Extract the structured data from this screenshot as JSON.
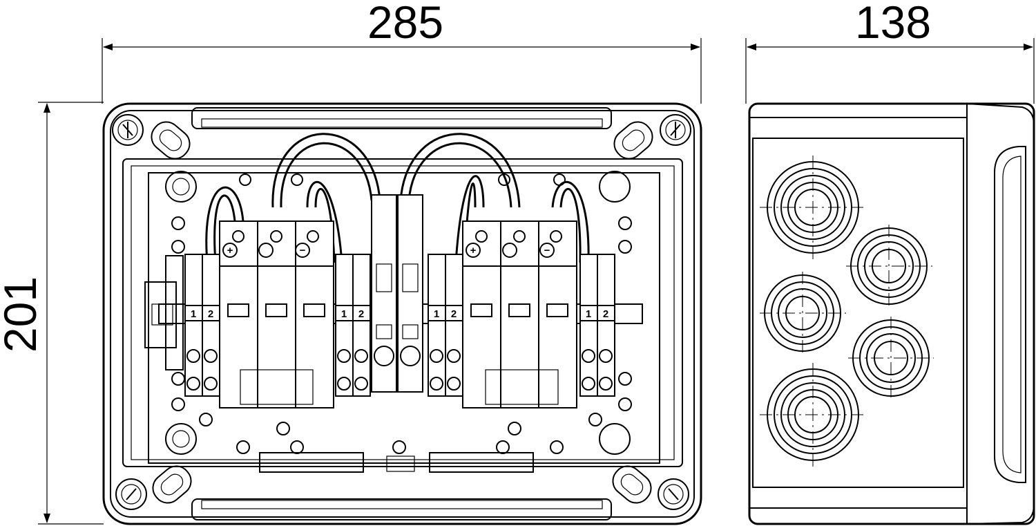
{
  "dimensions": {
    "width": "285",
    "depth": "138",
    "height": "201"
  },
  "terminals": {
    "one": "1",
    "two": "2"
  },
  "symbols": {
    "plus": "+",
    "minus": "−"
  }
}
